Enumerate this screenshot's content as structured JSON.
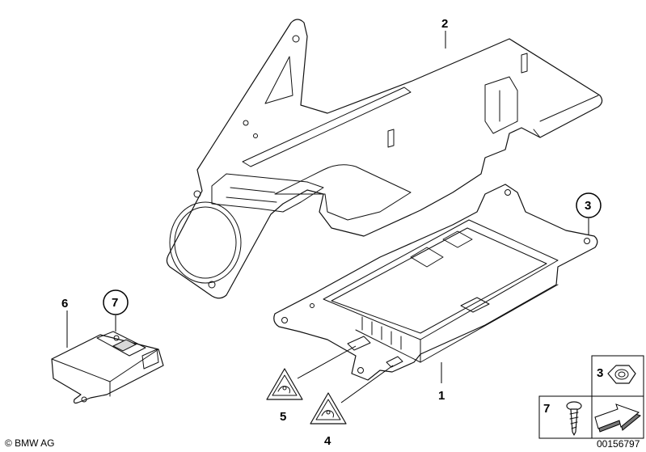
{
  "diagram": {
    "callouts": {
      "part_1": "1",
      "part_2": "2",
      "part_3_circled": "3",
      "part_4": "4",
      "part_5": "5",
      "part_6": "6",
      "part_7_circled": "7",
      "legend_3": "3",
      "legend_7": "7"
    },
    "copyright": "© BMW AG",
    "diagram_number": "00156797"
  }
}
